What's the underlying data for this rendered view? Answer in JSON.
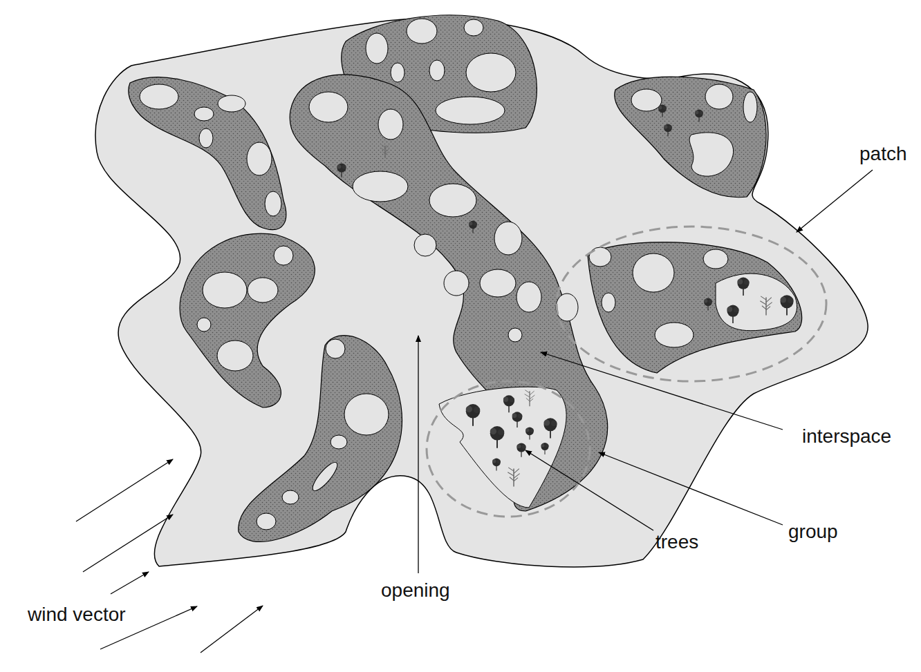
{
  "diagram": {
    "labels": [
      "patch",
      "interspace",
      "trees",
      "group",
      "opening",
      "wind vector"
    ]
  }
}
